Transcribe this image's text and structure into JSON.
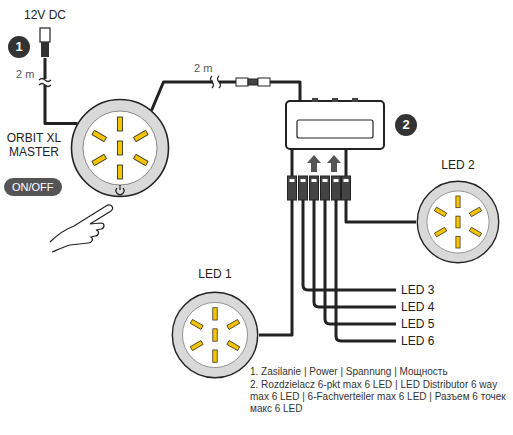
{
  "diagram": {
    "nodes": [
      {
        "text": [
          "12V DC",
          "1"
        ]
      },
      {
        "text": [
          "ORBIT XL MASTER",
          "ON/OFF"
        ]
      },
      {
        "text": [
          "2"
        ]
      },
      {
        "text": [
          "LED 1"
        ]
      },
      {
        "text": [
          "LED 2"
        ]
      }
    ],
    "edges": [
      {
        "from": 0,
        "to": 1,
        "arrow": "none",
        "label": "2 m"
      },
      {
        "from": 1,
        "to": 2,
        "arrow": "none",
        "label": "2 m"
      },
      {
        "from": 2,
        "to": 3,
        "arrow": "none"
      },
      {
        "from": 2,
        "to": 4,
        "arrow": "none"
      }
    ],
    "labels": [
      "LED 3",
      "LED 4",
      "LED 5",
      "LED 6",
      "1. Zasilanie | Power | Spannung | Мощность",
      "2. Rozdzielacz 6-pkt max 6 LED | LED Distributor 6 way max 6 LED | 6-Fachverteiler max 6 LED | Разъем 6 точек макс 6 LED"
    ]
  }
}
